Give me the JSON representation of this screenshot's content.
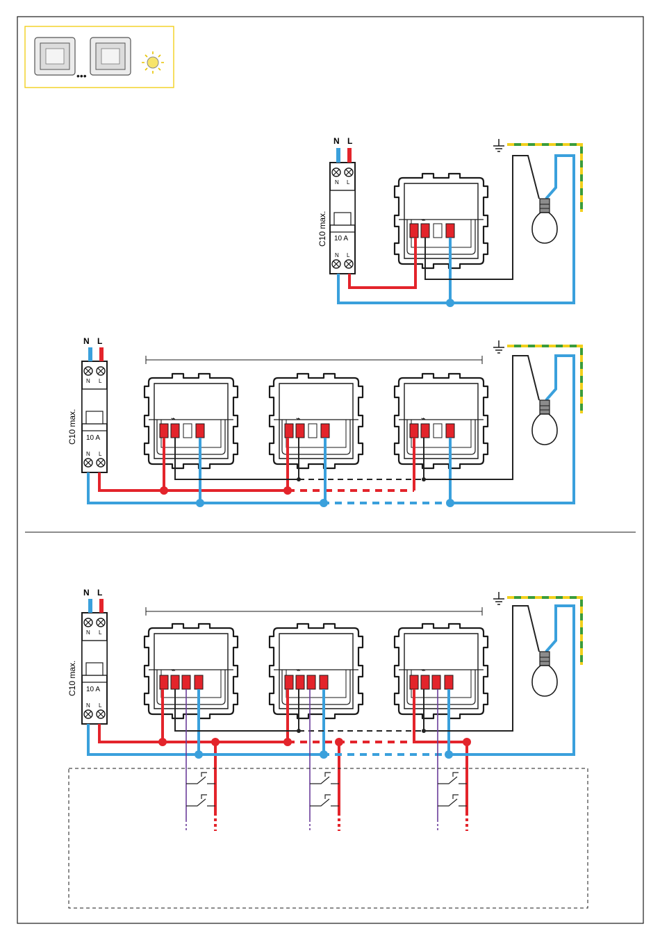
{
  "breaker": {
    "n_label": "N",
    "l_label": "L",
    "n_small": "N",
    "l_small": "L",
    "rating": "10 A",
    "max_text": "C10 max."
  },
  "switch_symbol": "⌁",
  "colors": {
    "live": "#e3242b",
    "neutral": "#3aa0dc",
    "switched": "#222222",
    "earth_green": "#3b9c3b",
    "earth_yellow": "#f2d01c",
    "pushbutton": "#6a3d9a",
    "legend_border": "#f2d01c"
  },
  "icons": [
    "switch-module-icon",
    "bulb-icon",
    "earth-symbol-icon",
    "breaker-icon"
  ]
}
